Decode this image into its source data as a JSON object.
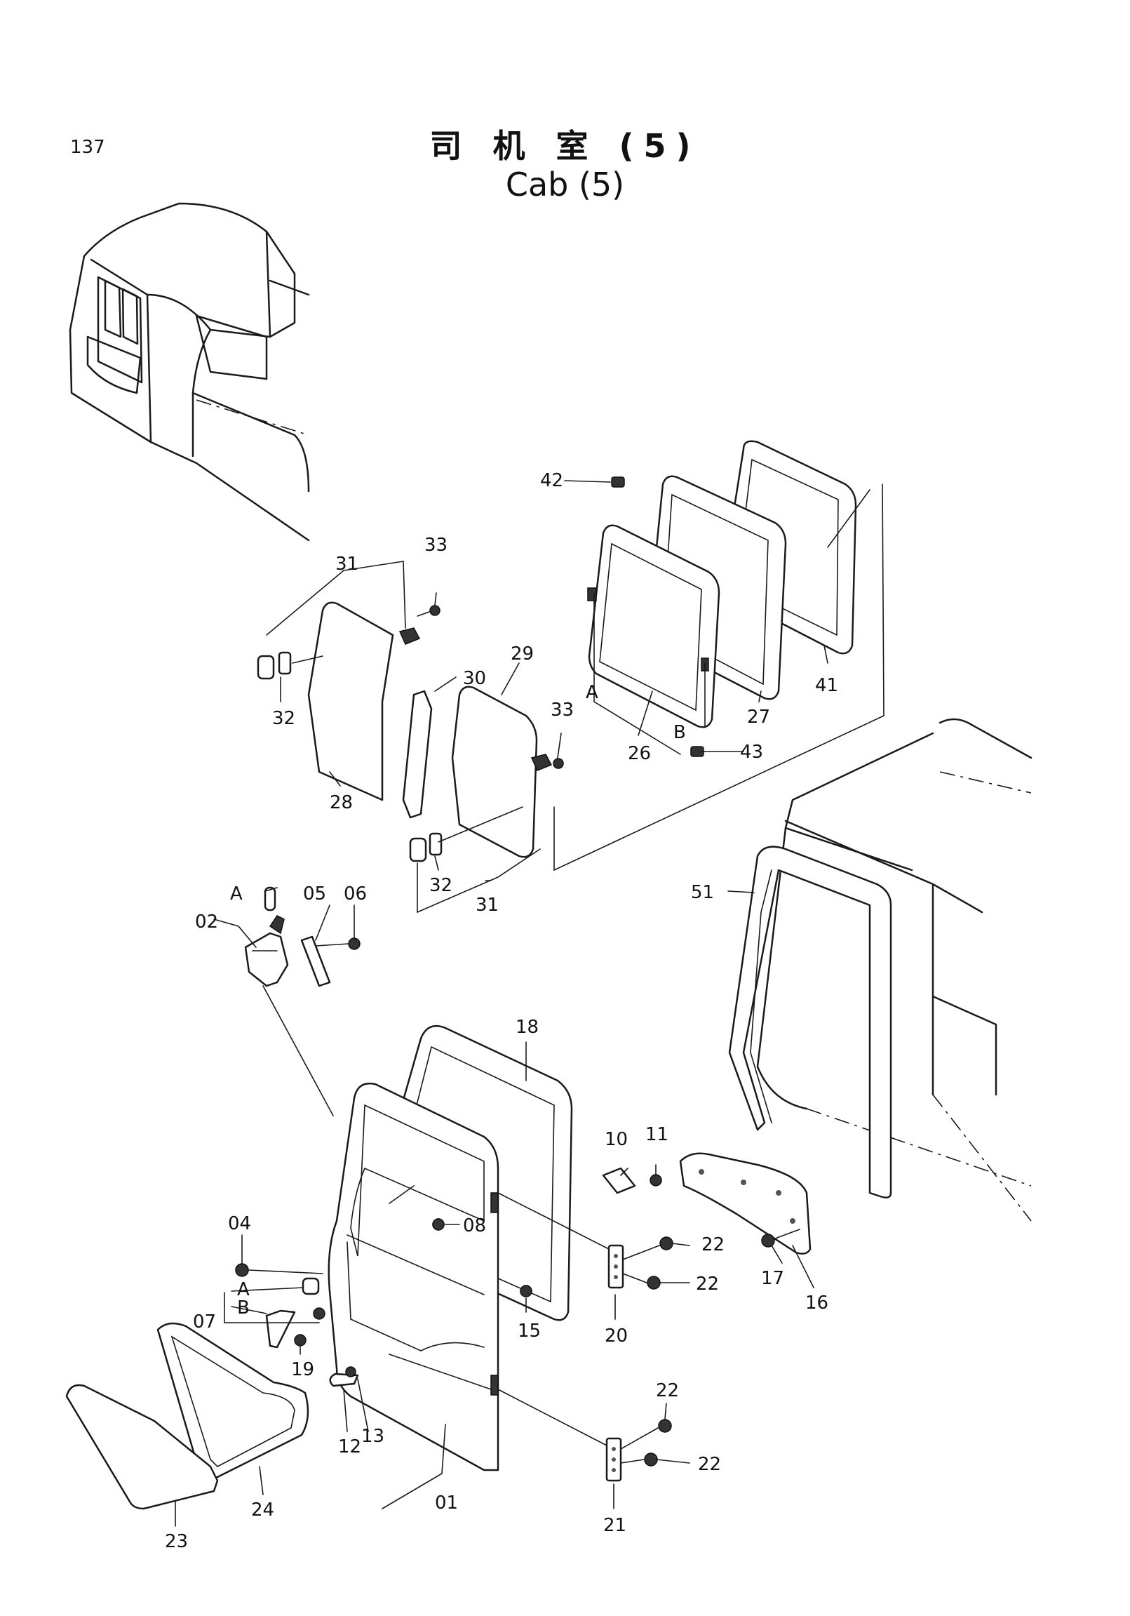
{
  "page": {
    "number": "137",
    "title_cn": "司 机 室 (5)",
    "title_en": "Cab (5)"
  },
  "callouts": {
    "c01": "01",
    "c02": "02",
    "c04": "04",
    "c05": "05",
    "c06": "06",
    "c07": "07",
    "c08": "08",
    "c10": "10",
    "c11": "11",
    "c12": "12",
    "c13": "13",
    "c15": "15",
    "c16": "16",
    "c17": "17",
    "c18": "18",
    "c19": "19",
    "c20": "20",
    "c21": "21",
    "c22": "22",
    "c23": "23",
    "c24": "24",
    "c26": "26",
    "c27": "27",
    "c28": "28",
    "c29": "29",
    "c30": "30",
    "c31": "31",
    "c32": "32",
    "c33": "33",
    "c41": "41",
    "c42": "42",
    "c43": "43",
    "c51": "51",
    "subA": "A",
    "subB": "B"
  }
}
